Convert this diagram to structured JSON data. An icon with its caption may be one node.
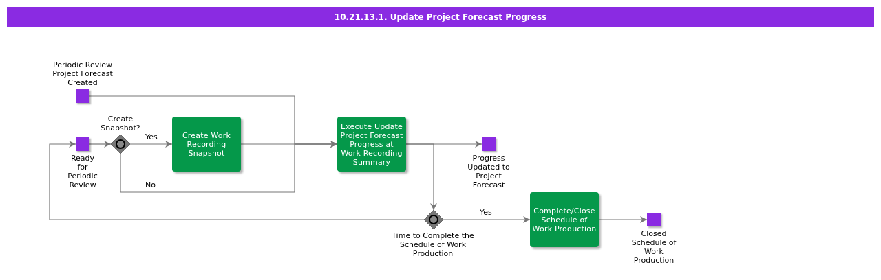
{
  "diagram": {
    "title": "10.21.13.1. Update Project Forecast Progress",
    "nodes": [
      {
        "text": [
          "Periodic Review Project Forecast Created"
        ]
      },
      {
        "text": [
          "Ready for Periodic Review"
        ]
      },
      {
        "text": [
          "Create Snapshot?"
        ]
      },
      {
        "text": [
          "Create Work Recording Snapshot"
        ]
      },
      {
        "text": [
          "Execute Update Project Forecast Progress at Work Recording Summary"
        ]
      },
      {
        "text": [
          "Progress Updated to Project Forecast"
        ]
      },
      {
        "text": [
          "Time to Complete the Schedule of Work Production"
        ]
      },
      {
        "text": [
          "Complete/Close Schedule of Work Production"
        ]
      },
      {
        "text": [
          "Closed Schedule of Work Production"
        ]
      }
    ],
    "edges": [
      {
        "from": 0,
        "to": 4,
        "arrow": "to"
      },
      {
        "from": 1,
        "to": 2,
        "arrow": "to"
      },
      {
        "from": 2,
        "to": 3,
        "arrow": "to",
        "label": "Yes"
      },
      {
        "from": 3,
        "to": 4,
        "arrow": "to"
      },
      {
        "from": 2,
        "to": 4,
        "arrow": "to",
        "label": "No"
      },
      {
        "from": 4,
        "to": 5,
        "arrow": "to"
      },
      {
        "from": 4,
        "to": 6,
        "arrow": "to"
      },
      {
        "from": 6,
        "to": 7,
        "arrow": "to",
        "label": "Yes"
      },
      {
        "from": 6,
        "to": 1,
        "arrow": "to"
      },
      {
        "from": 7,
        "to": 8,
        "arrow": "to"
      }
    ]
  }
}
